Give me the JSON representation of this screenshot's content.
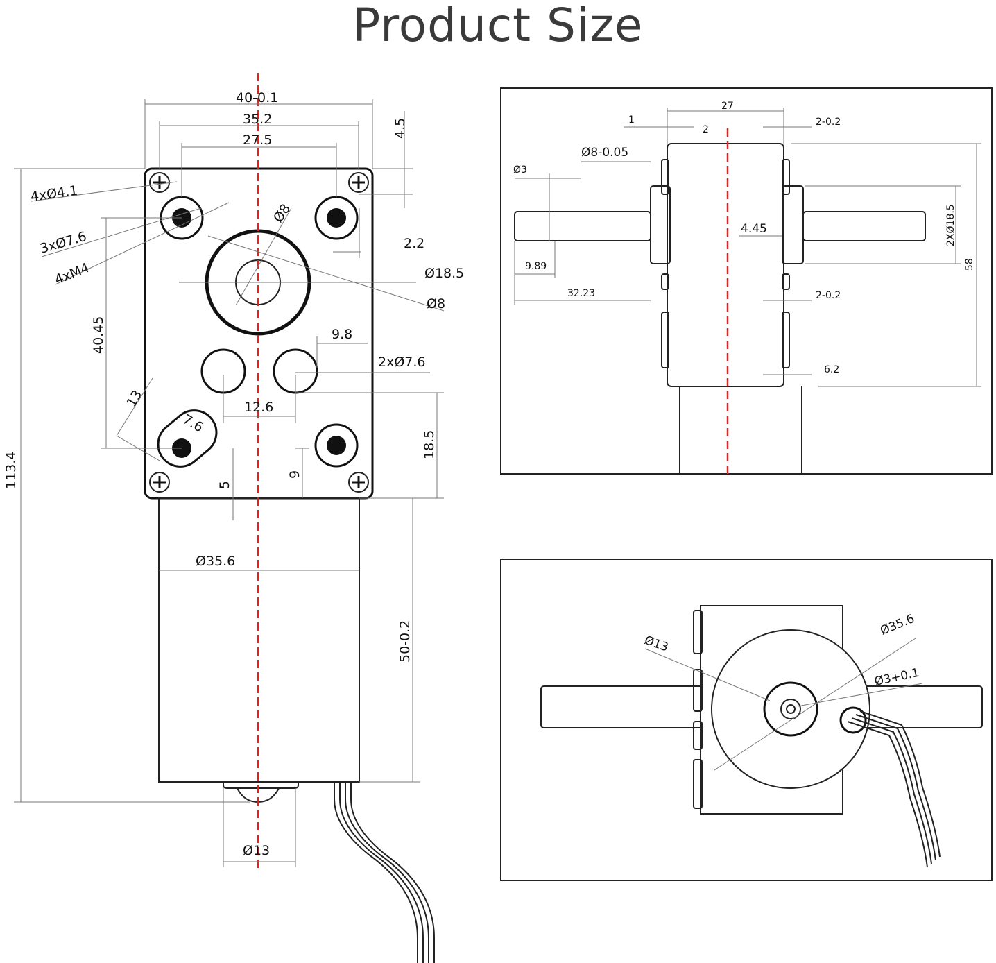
{
  "title": "Product Size",
  "front_view": {
    "dims": {
      "w_total": "40-0.1",
      "w_mid": "35.2",
      "w_inner": "27.5",
      "top_offset": "4.5",
      "mount_holes": "4xØ4.1",
      "holes_76": "3xØ7.6",
      "threads": "4xM4",
      "dia8_top": "Ø8",
      "offset_22": "2.2",
      "dia185": "Ø18.5",
      "dia8_right": "Ø8",
      "spacing_98": "9.8",
      "holes_2x76": "2xØ7.6",
      "height_4045": "40.45",
      "dim13": "13",
      "slot76": "7.6",
      "spacing_126": "12.6",
      "height_185": "18.5",
      "dim5": "5",
      "dim9": "9",
      "total_height": "113.4",
      "motor_dia": "Ø35.6",
      "motor_len": "50-0.2",
      "boss_dia": "Ø13"
    }
  },
  "side_view": {
    "dims": {
      "w27": "27",
      "d1": "1",
      "d2": "2",
      "tol_top": "2-0.2",
      "shaft_dia": "Ø8-0.05",
      "d3": "Ø3",
      "d445": "4.45",
      "shaft_2x185": "2XØ18.5",
      "d58": "58",
      "d989": "9.89",
      "d3223": "32.23",
      "tol_mid": "2-0.2",
      "d62": "6.2"
    }
  },
  "rear_view": {
    "dims": {
      "d13": "Ø13",
      "d356": "Ø35.6",
      "d3": "Ø3+0.1"
    }
  }
}
